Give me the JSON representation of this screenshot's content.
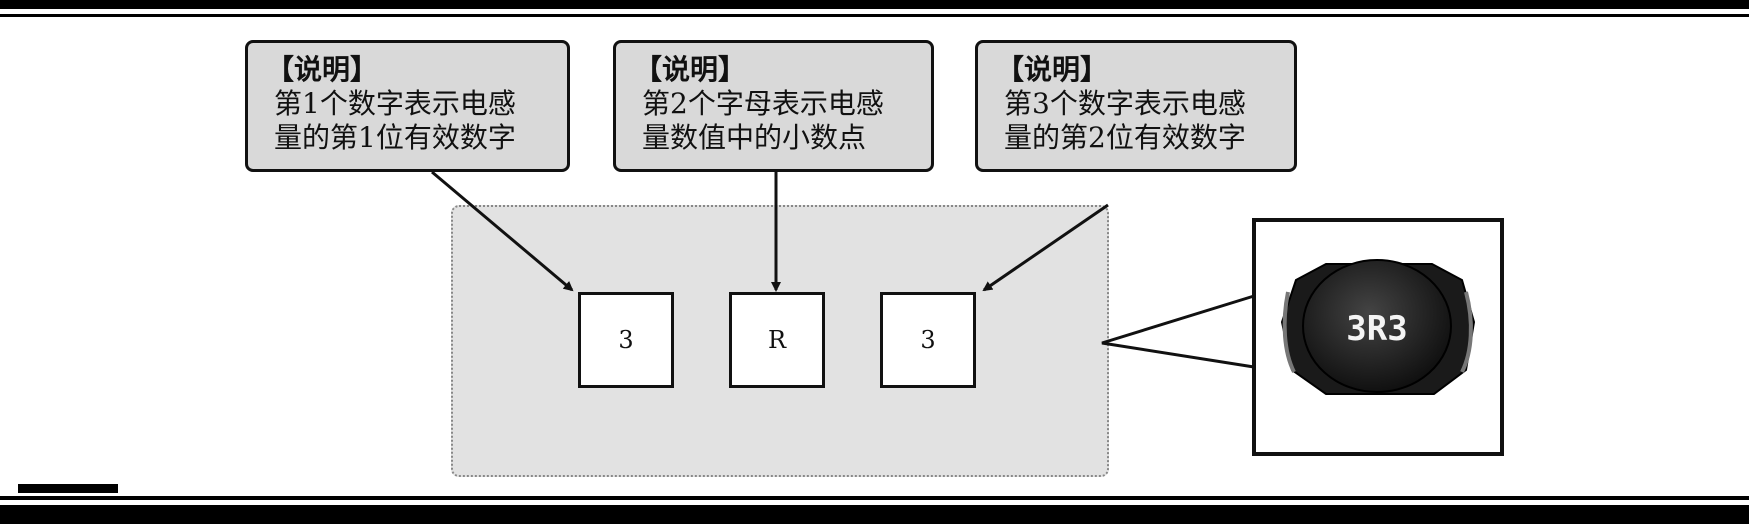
{
  "callouts": [
    {
      "heading": "【说明】",
      "line1": "第1个数字表示电感",
      "line2": "量的第1位有效数字"
    },
    {
      "heading": "【说明】",
      "line1": "第2个字母表示电感",
      "line2": "量数值中的小数点"
    },
    {
      "heading": "【说明】",
      "line1": "第3个数字表示电感",
      "line2": "量的第2位有效数字"
    }
  ],
  "code_digits": [
    "3",
    "R",
    "3"
  ],
  "inductor": {
    "marking": "3R3"
  }
}
